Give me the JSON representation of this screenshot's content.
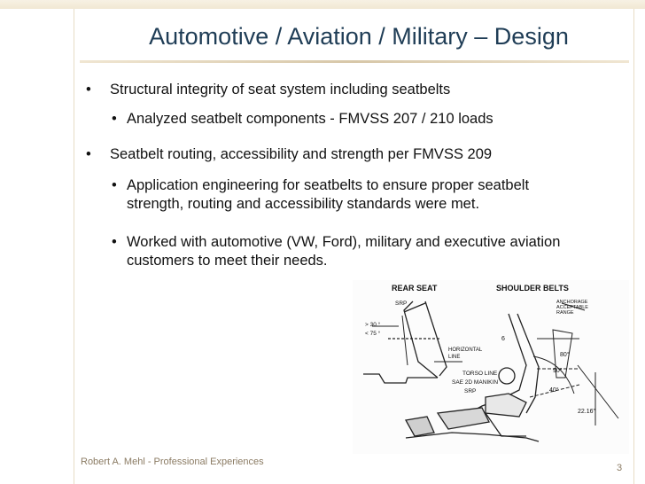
{
  "slide": {
    "title": "Automotive / Aviation / Military – Design",
    "bullet_glyph": "•",
    "bullets": [
      {
        "text": "Structural integrity of seat system including seatbelts"
      },
      {
        "text": "Analyzed seatbelt components - FMVSS 207 / 210 loads"
      },
      {
        "text": "Seatbelt routing, accessibility and strength per FMVSS 209"
      },
      {
        "text": "Application engineering for seatbelts to ensure proper seatbelt",
        "text2": "strength, routing and accessibility standards were met."
      },
      {
        "text": "Worked with automotive (VW, Ford), military and executive aviation",
        "text2": "customers to meet their needs."
      }
    ],
    "footer": "Robert A. Mehl  - Professional Experiences",
    "page_number": "3"
  },
  "figure": {
    "rear_seat": "REAR SEAT",
    "shoulder_belts": "SHOULDER BELTS",
    "anchorage_1": "ANCHORAGE",
    "anchorage_2": "ACCEPTABLE",
    "anchorage_3": "RANGE",
    "srp": "SRP",
    "angle_min": "> 30 °",
    "angle_max": "< 75 °",
    "horizontal_1": "HORIZONTAL",
    "horizontal_2": "LINE",
    "torso_line": "TORSO LINE",
    "manikin": "SAE 2D MANIKIN",
    "srp2": "SRP",
    "dim_6": "6",
    "angle_80": "80°",
    "angle_90": "90°",
    "angle_40": "40°",
    "dim_2216": "22.16\""
  },
  "colors": {
    "title": "#1f3d56",
    "accent": "#d7c7a8",
    "footer": "#8b7b63"
  }
}
